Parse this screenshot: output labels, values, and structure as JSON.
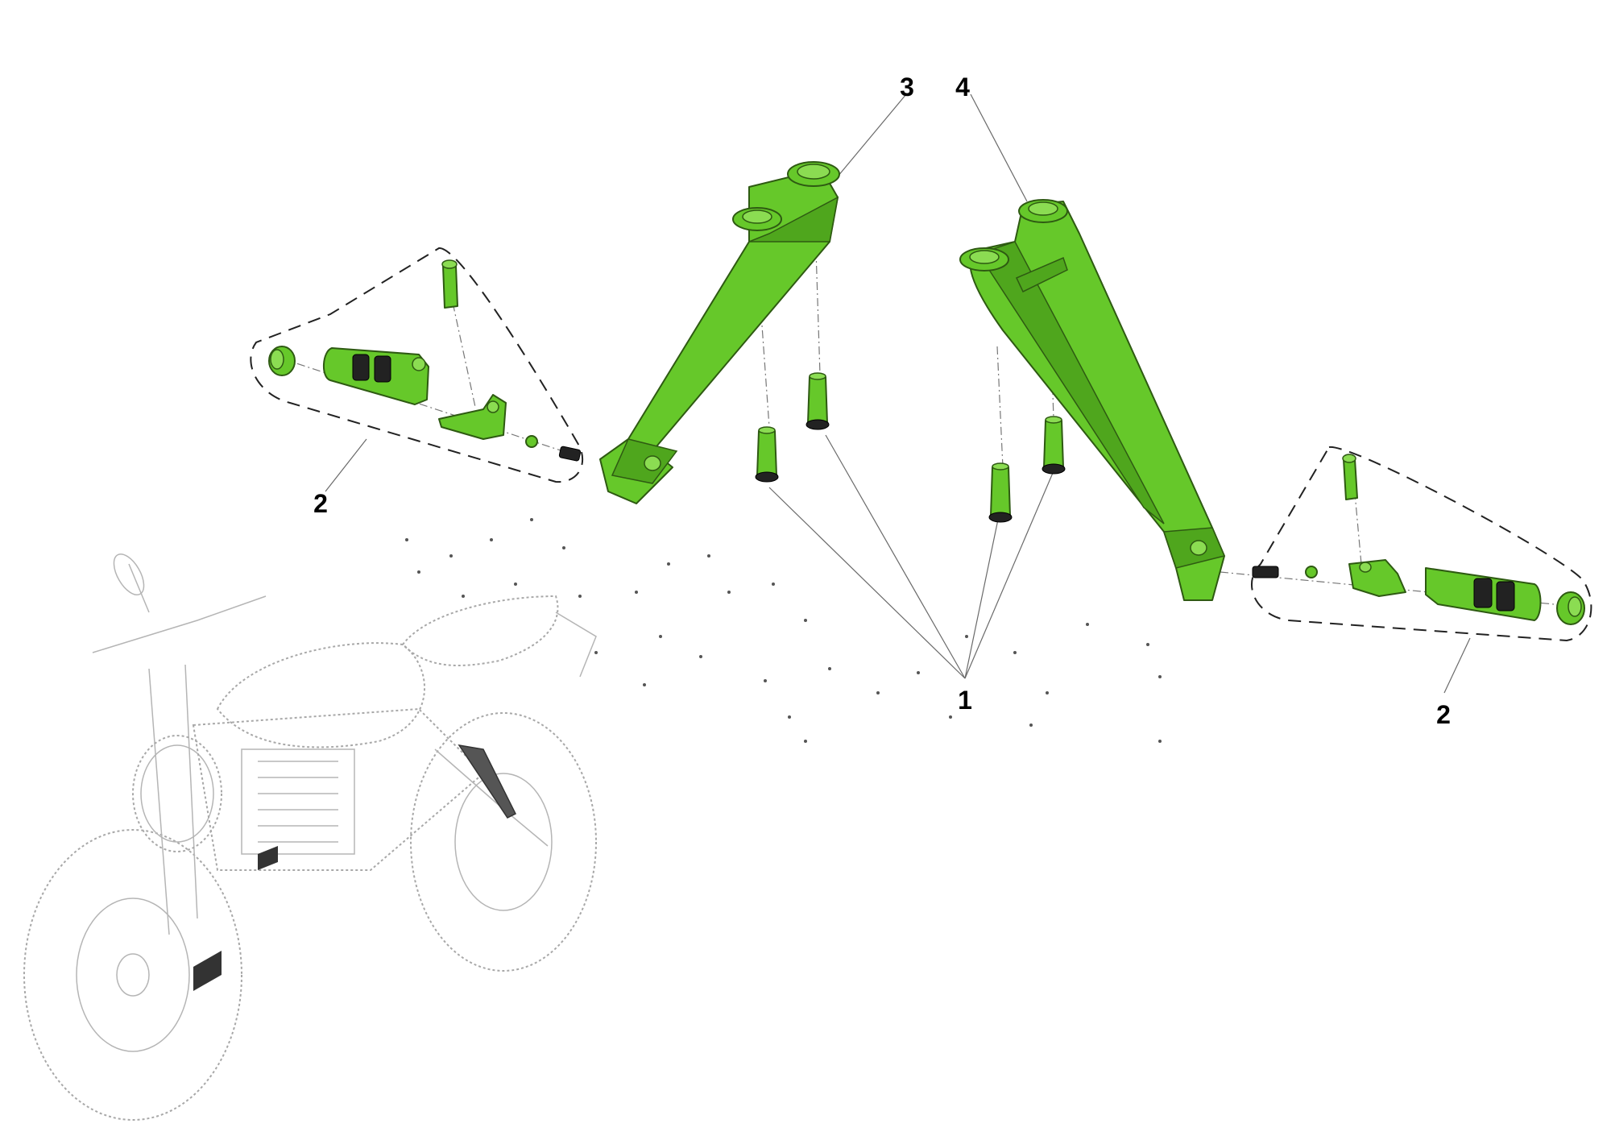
{
  "diagram": {
    "type": "exploded parts diagram",
    "part_color": "#66c82a",
    "callouts": [
      {
        "id": "callout-1",
        "label": "1"
      },
      {
        "id": "callout-2-left",
        "label": "2"
      },
      {
        "id": "callout-2-right",
        "label": "2"
      },
      {
        "id": "callout-3",
        "label": "3"
      },
      {
        "id": "callout-4",
        "label": "4"
      }
    ]
  }
}
